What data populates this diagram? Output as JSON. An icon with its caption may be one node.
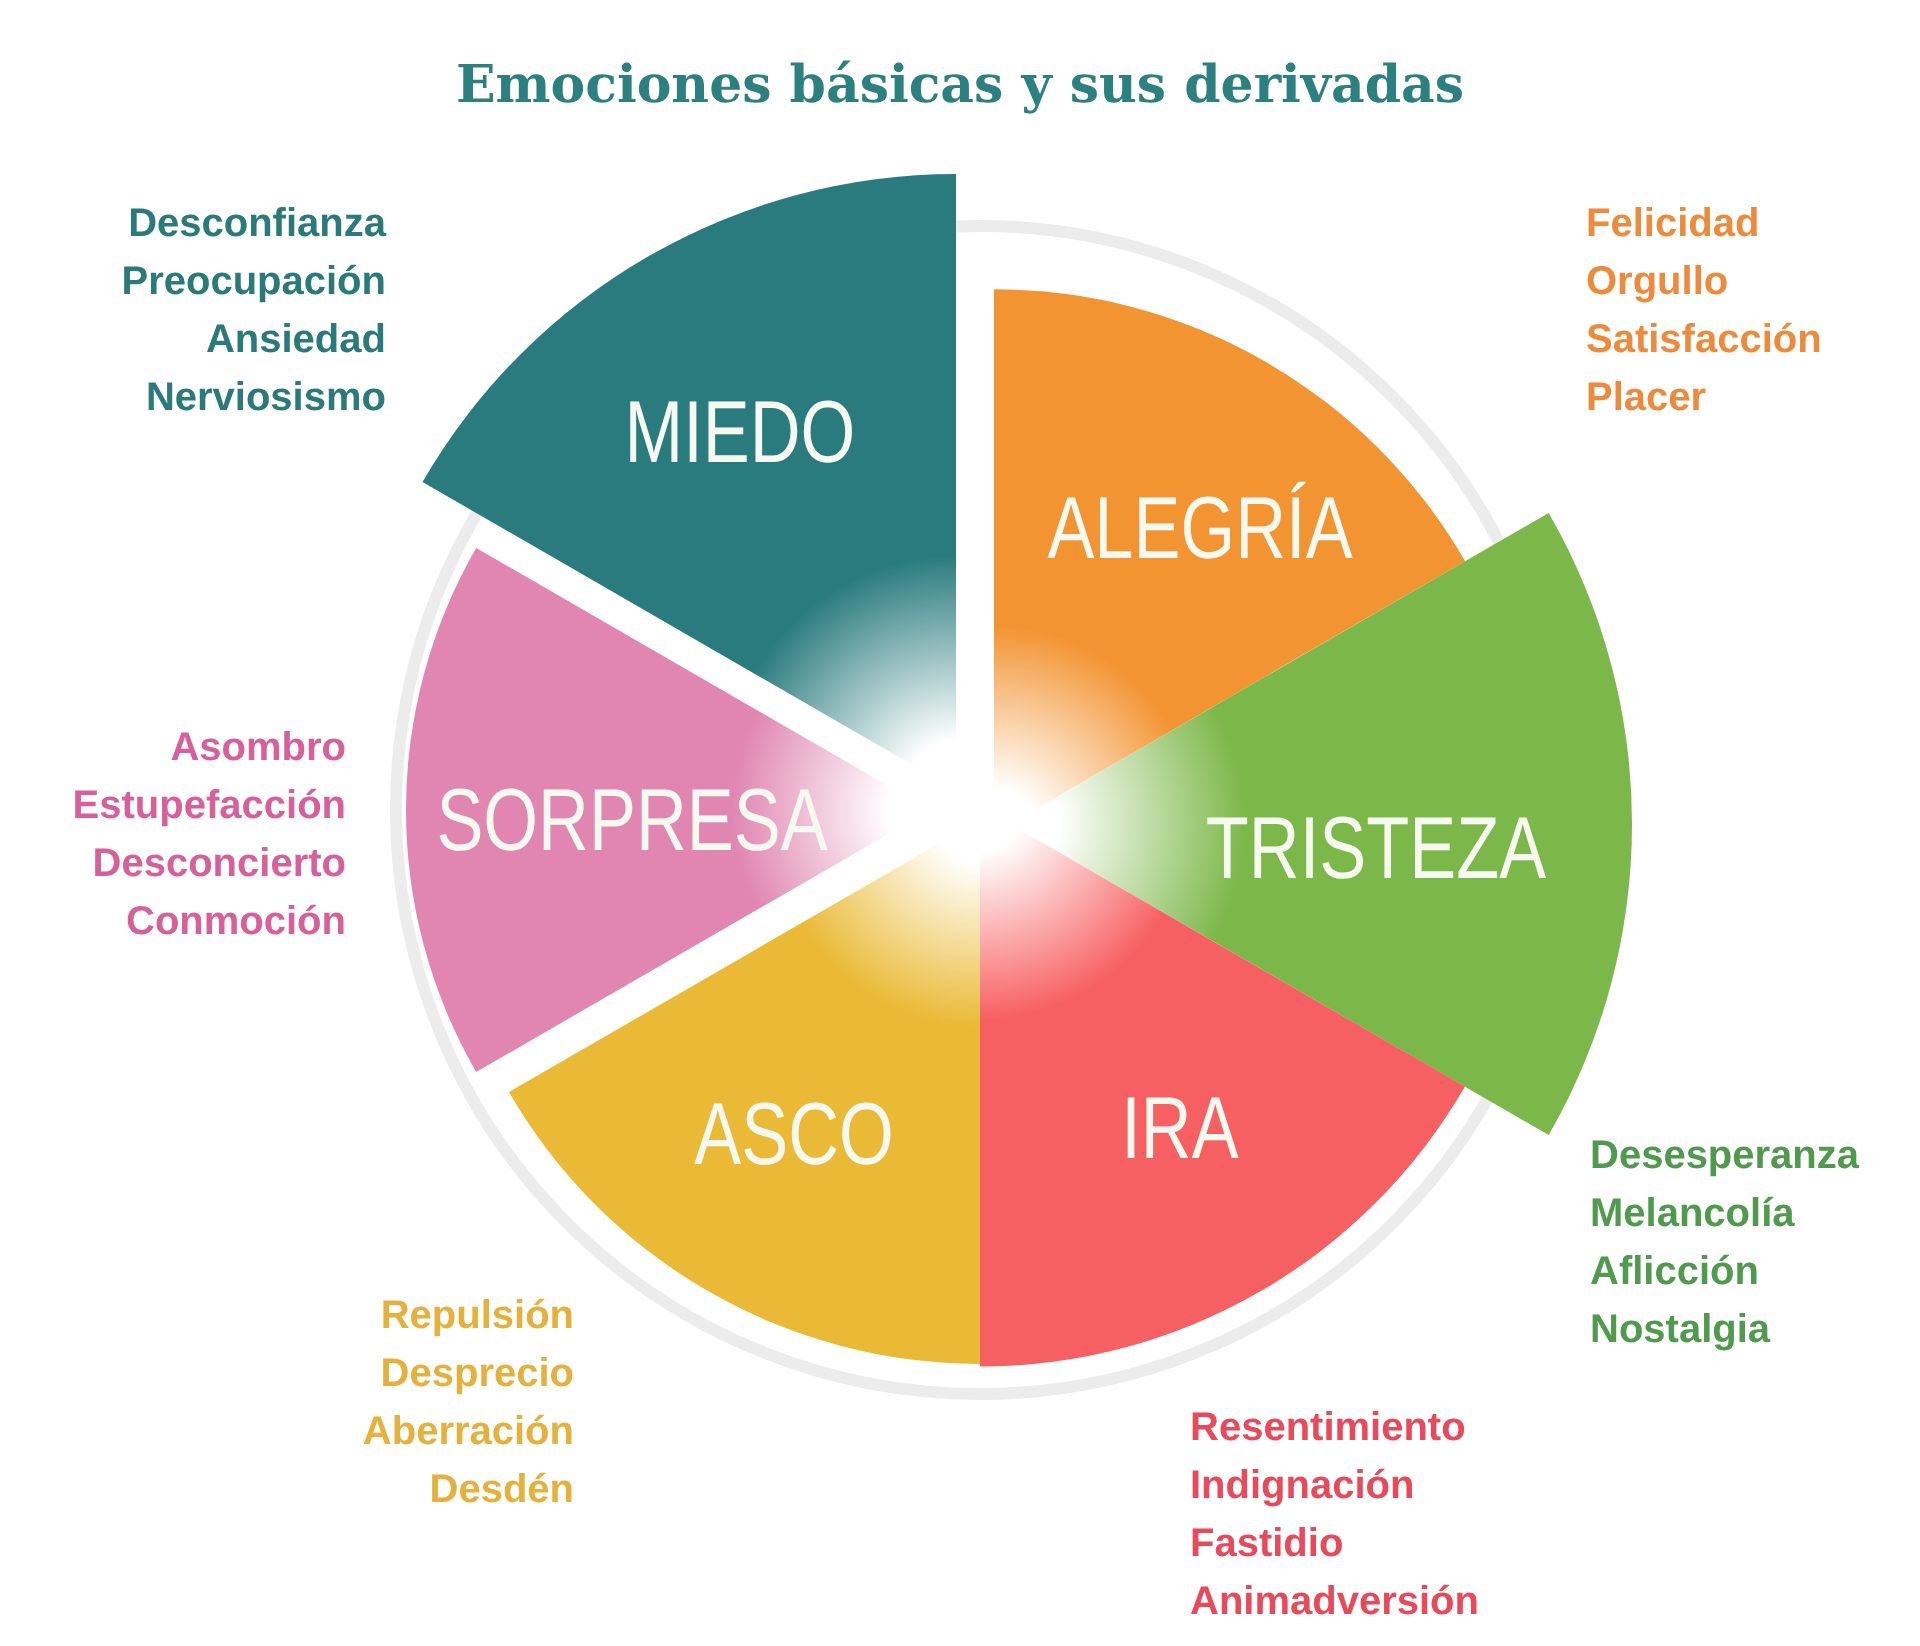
{
  "diagram": {
    "title": "Emociones básicas y sus derivadas",
    "nodes": [
      {
        "text": [
          "MIEDO"
        ],
        "beside": [
          "Desconfianza",
          "Preocupación",
          "Ansiedad",
          "Nerviosismo"
        ]
      },
      {
        "text": [
          "ALEGRÍA"
        ],
        "beside": [
          "Felicidad",
          "Orgullo",
          "Satisfacción",
          "Placer"
        ]
      },
      {
        "text": [
          "SORPRESA"
        ],
        "beside": [
          "Asombro",
          "Estupefacción",
          "Desconcierto",
          "Conmoción"
        ]
      },
      {
        "text": [
          "TRISTEZA"
        ],
        "beside": [
          "Desesperanza",
          "Melancolía",
          "Aflicción",
          "Nostalgia"
        ]
      },
      {
        "text": [
          "ASCO"
        ],
        "beside": [
          "Repulsión",
          "Desprecio",
          "Aberración",
          "Desdén"
        ]
      },
      {
        "text": [
          "IRA"
        ],
        "beside": [
          "Resentimiento",
          "Indignación",
          "Fastidio",
          "Animadversión"
        ]
      }
    ]
  }
}
